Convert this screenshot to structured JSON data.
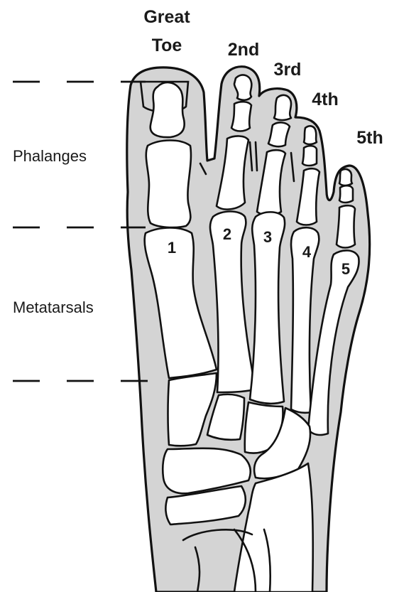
{
  "labels": {
    "toes": {
      "great_line1": "Great",
      "great_line2": "Toe",
      "second": "2nd",
      "third": "3rd",
      "fourth": "4th",
      "fifth": "5th"
    },
    "regions": {
      "phalanges": "Phalanges",
      "metatarsals": "Metatarsals"
    },
    "metatarsal_numbers": [
      "1",
      "2",
      "3",
      "4",
      "5"
    ]
  },
  "colors": {
    "skin": "#d4d4d4",
    "bone": "#ffffff",
    "outline": "#111111"
  }
}
